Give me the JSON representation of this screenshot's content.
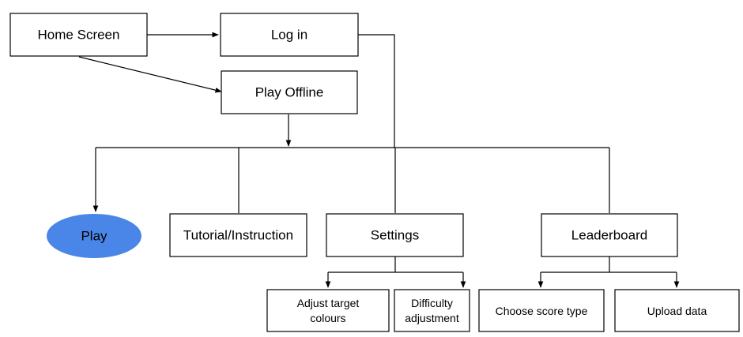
{
  "nodes": {
    "home_screen": "Home Screen",
    "log_in": "Log in",
    "play_offline": "Play Offline",
    "play": "Play",
    "tutorial": "Tutorial/Instruction",
    "settings": "Settings",
    "leaderboard": "Leaderboard",
    "adjust_colours": [
      "Adjust target",
      "colours"
    ],
    "difficulty": [
      "Difficulty",
      "adjustment"
    ],
    "choose_score": "Choose score type",
    "upload_data": "Upload data"
  },
  "colors": {
    "play_fill": "#4a86e8",
    "stroke": "#000000"
  }
}
